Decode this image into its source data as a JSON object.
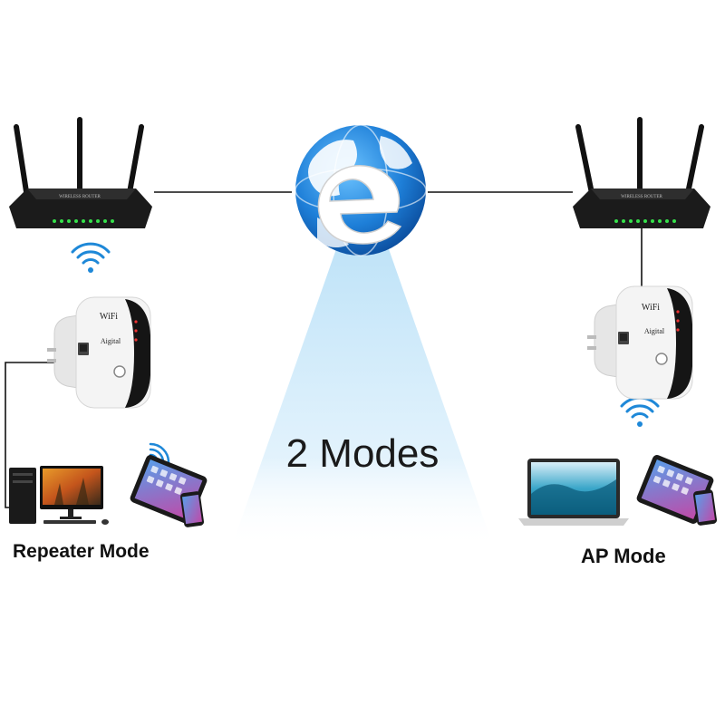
{
  "title": "2 Modes",
  "modes": {
    "repeater": {
      "label": "Repeater Mode"
    },
    "ap": {
      "label": "AP Mode"
    }
  },
  "device": {
    "wifi_text": "WiFi",
    "brand_text": "Aigital",
    "router_text": "WIRELESS ROUTER"
  },
  "colors": {
    "globe_blue": "#1e7fd8",
    "beam_blue": "#bfe3f8",
    "router_body": "#1b1b1b",
    "led_green": "#35e04a",
    "extender_body": "#f4f4f4",
    "extender_side": "#151515"
  },
  "icons": [
    "globe-e-icon",
    "router-icon",
    "wifi-signal-icon",
    "extender-icon",
    "desktop-pc-icon",
    "tablet-phone-icon",
    "laptop-icon"
  ]
}
